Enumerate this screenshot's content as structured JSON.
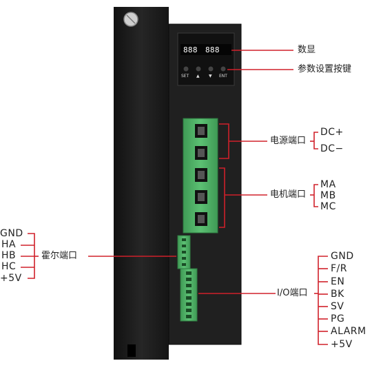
{
  "display": {
    "readout_left": "888",
    "readout_right": "888"
  },
  "buttons": [
    "SET",
    "▲",
    "▼",
    "ENT"
  ],
  "callouts": {
    "display": "数显",
    "keys": "参数设置按键",
    "power_port": "电源端口",
    "motor_port": "电机端口",
    "hall_port": "霍尔端口",
    "io_port": "I/O端口"
  },
  "power_pins": [
    "DC+",
    "DC−"
  ],
  "motor_pins": [
    "MA",
    "MB",
    "MC"
  ],
  "hall_pins": [
    "GND",
    "HA",
    "HB",
    "HC",
    "+5V"
  ],
  "io_pins": [
    "GND",
    "F/R",
    "EN",
    "BK",
    "SV",
    "PG",
    "ALARM",
    "+5V"
  ],
  "colors": {
    "callout_line": "#d0202a",
    "body": "#1c1c1c",
    "terminal": "#4cae63"
  }
}
